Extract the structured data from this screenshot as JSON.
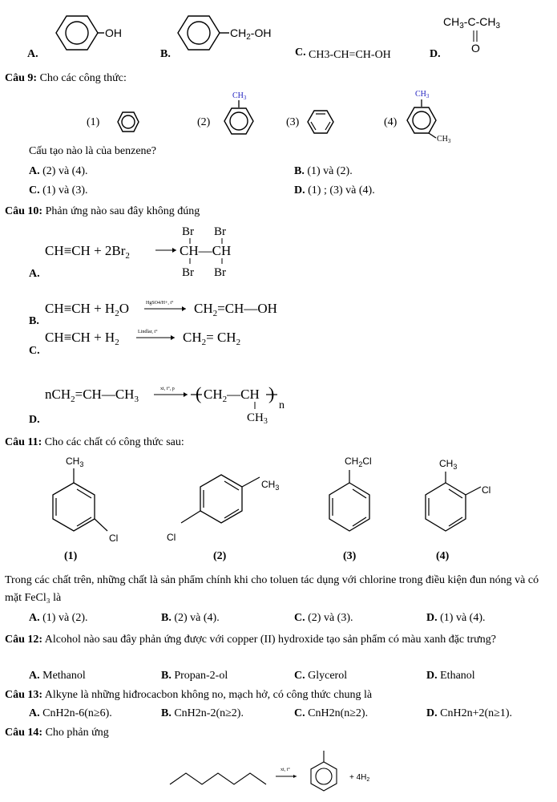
{
  "q8_options": {
    "A": {
      "label": "A.",
      "substituent": "OH"
    },
    "B": {
      "label": "B.",
      "substituent": "CH",
      "sub": "2",
      "tail": "-OH"
    },
    "C": {
      "label": "C.",
      "formula": "CH3-CH=CH-OH"
    },
    "D": {
      "label": "D.",
      "top": "CH",
      "sub1": "3",
      "mid": "-C-CH",
      "sub2": "3",
      "oxygen": "O"
    }
  },
  "q9": {
    "number": "Câu 9:",
    "stem": "Cho các công thức:",
    "structures": [
      "(1)",
      "(2)",
      "(3)",
      "(4)"
    ],
    "ch3": "CH",
    "ch3_sub": "3",
    "question": "Cấu tạo nào là của benzene?",
    "options": [
      {
        "label": "A.",
        "text": "(2) và (4)."
      },
      {
        "label": "B.",
        "text": "(1) và (2)."
      },
      {
        "label": "C.",
        "text": "(1) và (3)."
      },
      {
        "label": "D.",
        "text": "(1) ; (3) và (4)."
      }
    ]
  },
  "q10": {
    "number": "Câu 10:",
    "stem": "Phản ứng nào sau đây không đúng",
    "A": {
      "label": "A.",
      "lhs": "CH≡CH + 2Br",
      "lhs_sub": "2",
      "br": "Br",
      "product": "CH—CH"
    },
    "B": {
      "label": "B.",
      "lhs": "CH≡CH + H",
      "lhs_sub": "2",
      "lhs_tail": "O",
      "cond": "HgSO4/H+, t°",
      "rhs": "CH",
      "rhs_sub": "2",
      "rhs_tail": "=CH—OH"
    },
    "C": {
      "label": "C.",
      "lhs": "CH≡CH + H",
      "lhs_sub": "2",
      "cond": "Lindlar, t°",
      "rhs": "CH",
      "rhs_sub": "2",
      "rhs_mid": "= CH",
      "rhs_sub2": "2"
    },
    "D": {
      "label": "D.",
      "lhs": "nCH",
      "lhs_sub": "2",
      "lhs_mid": "=CH—CH",
      "lhs_sub2": "3",
      "cond": "xt, t°, p",
      "poly": "CH",
      "poly_sub": "2",
      "poly_mid": "—CH",
      "n": "n",
      "side": "CH",
      "side_sub": "3"
    }
  },
  "q11": {
    "number": "Câu 11:",
    "stem": "Cho các chất có công thức sau:",
    "labels": [
      "(1)",
      "(2)",
      "(3)",
      "(4)"
    ],
    "ch3": "CH",
    "sub3": "3",
    "ch2cl": "CH",
    "sub2": "2",
    "cl_tail": "Cl",
    "cl": "Cl",
    "text": "Trong các chất trên, những chất là sản phẩm chính khi cho toluen tác dụng với chlorine trong điều kiện đun nóng và có mặt FeCl₃ là",
    "options": [
      {
        "label": "A.",
        "text": "(1) và (2)."
      },
      {
        "label": "B.",
        "text": "(2) và (4)."
      },
      {
        "label": "C.",
        "text": "(2) và (3)."
      },
      {
        "label": "D.",
        "text": "(1) và (4)."
      }
    ]
  },
  "q12": {
    "number": "Câu 12:",
    "stem": "Alcohol nào sau đây phản ứng được với copper (II) hydroxide tạo sản phẩm có màu xanh đặc trưng?",
    "options": [
      {
        "label": "A.",
        "text": "Methanol"
      },
      {
        "label": "B.",
        "text": "Propan-2-ol"
      },
      {
        "label": "C.",
        "text": "Glycerol"
      },
      {
        "label": "D.",
        "text": "Ethanol"
      }
    ]
  },
  "q13": {
    "number": "Câu 13:",
    "stem": "Alkyne là những hiđrocacbon không no, mạch hở, có công thức chung là",
    "options": [
      {
        "label": "A.",
        "text": "CnH2n-6(n≥6)."
      },
      {
        "label": "B.",
        "text": "CnH2n-2(n≥2)."
      },
      {
        "label": "C.",
        "text": "CnH2n(n≥2)."
      },
      {
        "label": "D.",
        "text": "CnH2n+2(n≥1)."
      }
    ]
  },
  "q14": {
    "number": "Câu 14:",
    "stem": "Cho phản ứng",
    "cond": "xt, t°",
    "product": "+ 4H",
    "product_sub": "2"
  },
  "colors": {
    "text": "#000000",
    "methyl_blue": "#1f1fbf"
  }
}
